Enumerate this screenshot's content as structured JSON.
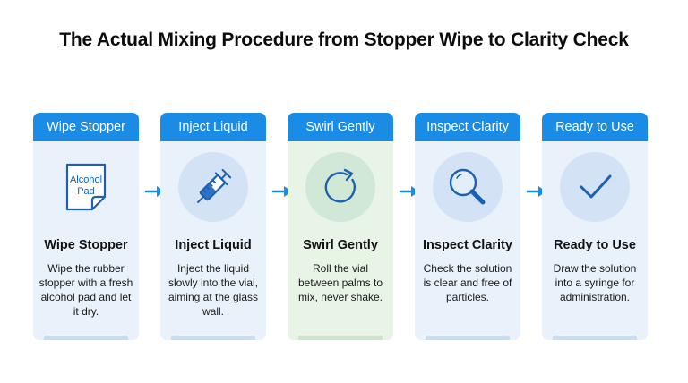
{
  "title": "The Actual Mixing Procedure from Stopper Wipe to Clarity Check",
  "steps": [
    {
      "header": "Wipe Stopper",
      "name": "Wipe Stopper",
      "description": "Wipe the rubber stopper with a fresh alcohol pad and let it dry.",
      "icon": "alcohol-pad-icon",
      "icon_text_line1": "Alcohol",
      "icon_text_line2": "Pad"
    },
    {
      "header": "Inject Liquid",
      "name": "Inject Liquid",
      "description": "Inject the liquid slowly into the vial, aiming at the glass wall.",
      "icon": "syringe-icon"
    },
    {
      "header": "Swirl Gently",
      "name": "Swirl Gently",
      "description": "Roll the vial between palms to mix, never shake.",
      "icon": "circular-arrow-icon"
    },
    {
      "header": "Inspect Clarity",
      "name": "Inspect Clarity",
      "description": "Check the solution is clear and free of particles.",
      "icon": "magnifier-icon"
    },
    {
      "header": "Ready to Use",
      "name": "Ready to Use",
      "description": "Draw the solution into a syringe for administration.",
      "icon": "checkmark-icon"
    }
  ],
  "colors": {
    "header_blue": "#1b8ce6",
    "card_blue": "#e9f1fb",
    "card_green": "#e8f4e6",
    "icon_blue": "#1c62b0",
    "arrow_blue": "#1b8ce6"
  }
}
